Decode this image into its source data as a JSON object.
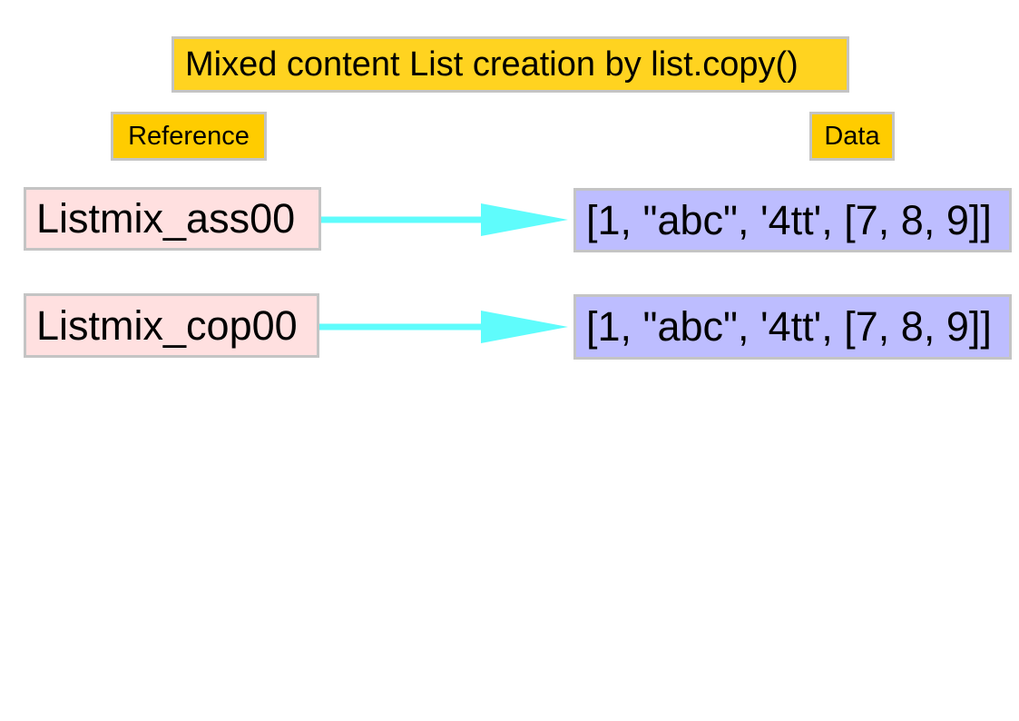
{
  "title": "Mixed content List creation by list.copy()",
  "headers": {
    "reference": "Reference",
    "data": "Data"
  },
  "rows": [
    {
      "reference": "Listmix_ass00",
      "data": "[1, \"abc\", '4tt', [7, 8, 9]]"
    },
    {
      "reference": "Listmix_cop00",
      "data": "[1, \"abc\", '4tt', [7, 8, 9]]"
    }
  ],
  "colors": {
    "title_bg": "#ffd320",
    "header_bg": "#ffcc00",
    "reference_bg": "#ffe0e0",
    "data_bg": "#bdbdff",
    "arrow": "#5ffcfc",
    "border": "#c4c4c4"
  }
}
